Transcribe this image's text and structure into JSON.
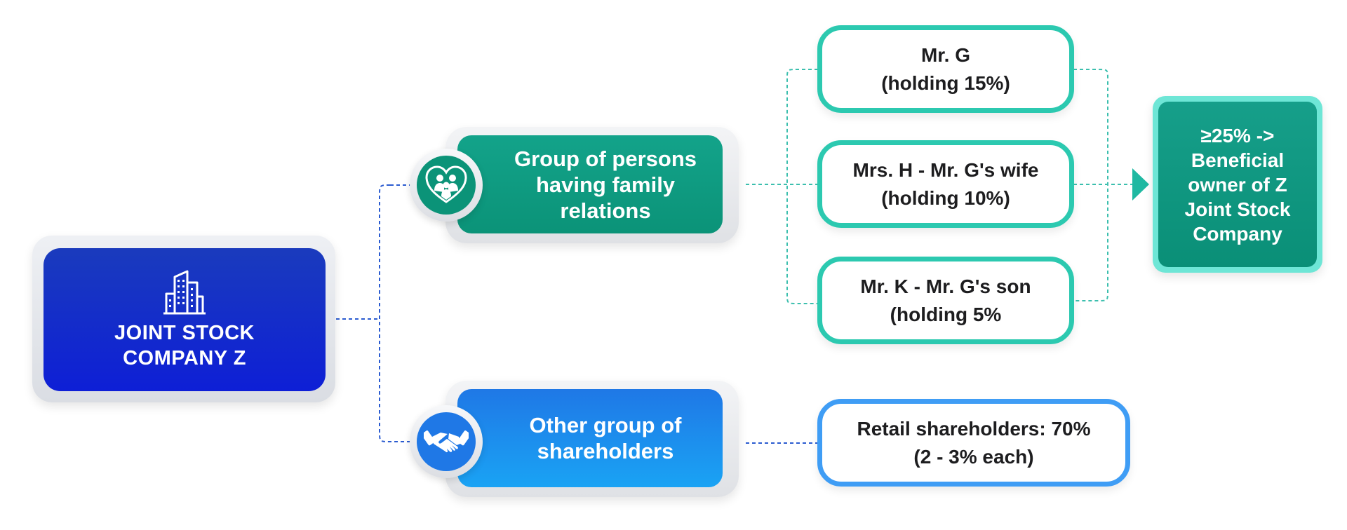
{
  "company": {
    "title": "JOINT STOCK\nCOMPANY Z",
    "icon": "building-icon"
  },
  "groups": {
    "family": {
      "label": "Group of persons\nhaving family\nrelations",
      "icon": "family-heart-icon"
    },
    "others": {
      "label": "Other group of\nshareholders",
      "icon": "handshake-icon"
    }
  },
  "shareholders": {
    "mr_g": "Mr. G\n(holding 15%)",
    "mrs_h": "Mrs. H - Mr. G's wife\n(holding 10%)",
    "mr_k": "Mr. K - Mr. G's son\n(holding 5%",
    "retail": "Retail shareholders: 70%\n(2 - 3% each)"
  },
  "beneficial_owner": {
    "label": "≥25% ->\nBeneficial\nowner of Z\nJoint Stock\nCompany"
  },
  "colors": {
    "company_blue": "#0e1fd6",
    "family_teal": "#0b9378",
    "others_blue": "#1f78e6",
    "pill_teal_border": "#2cc9b0",
    "pill_blue_border": "#3f9df5",
    "owner_teal": "#0a8f77",
    "connector_teal": "#3cbfae",
    "connector_blue": "#2a5bd0"
  }
}
